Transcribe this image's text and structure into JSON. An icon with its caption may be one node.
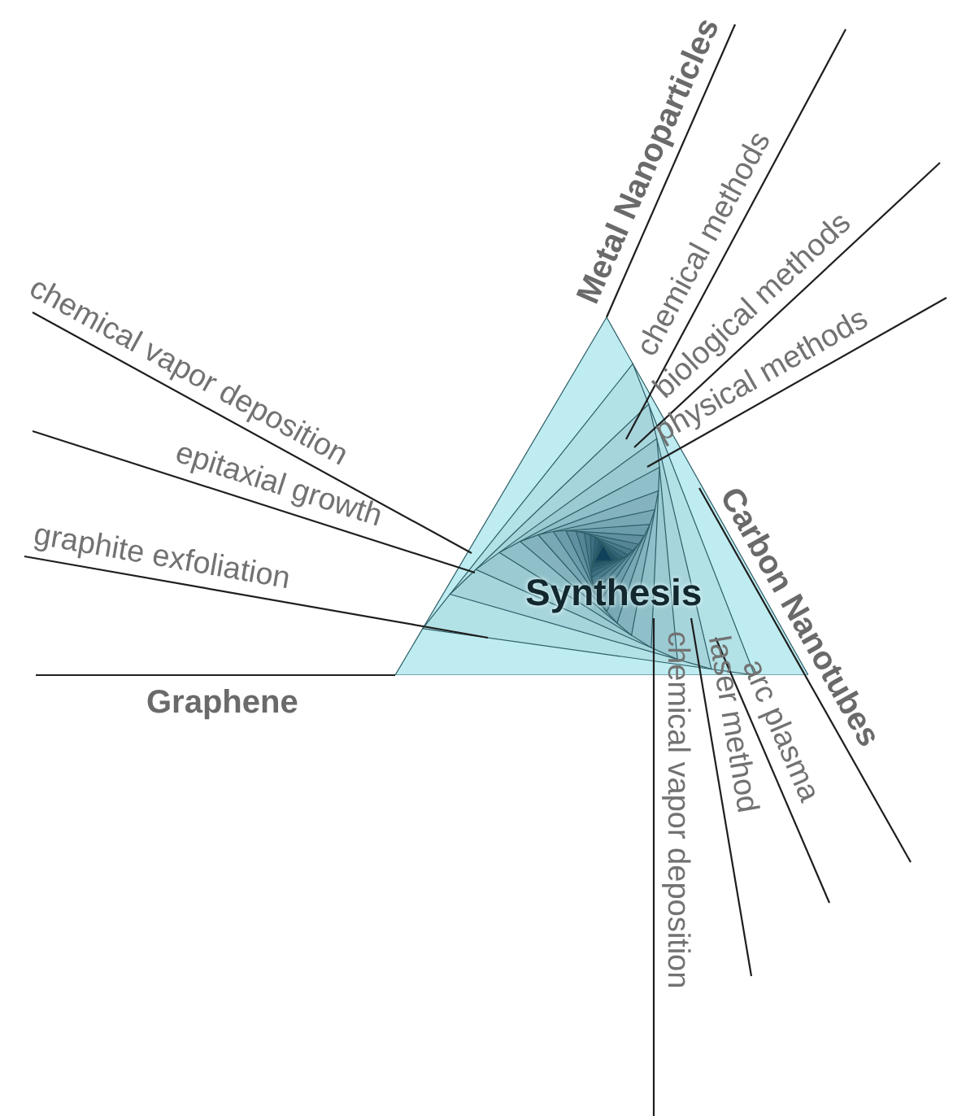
{
  "diagram": {
    "nodes": [
      {
        "text": [
          "Synthesis"
        ]
      }
    ],
    "labels": [
      "Metal Nanoparticles",
      "chemical methods",
      "biological methods",
      "physical methods",
      "chemical vapor deposition",
      "epitaxial growth",
      "graphite exfoliation",
      "Graphene",
      "Carbon Nanotubes",
      "arc plasma",
      "laser method",
      "chemical vapor deposition"
    ]
  }
}
